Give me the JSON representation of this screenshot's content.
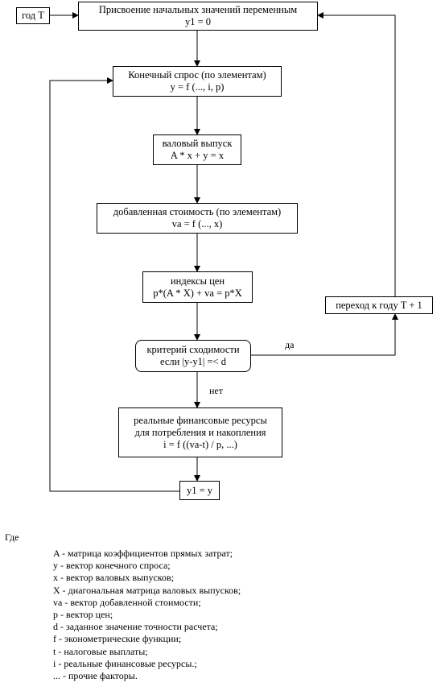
{
  "diagram": {
    "nodes": {
      "year_t": "год T",
      "init": [
        "Присвоение начальных значений переменным",
        "y1 = 0"
      ],
      "final_demand": [
        "Конечный спрос (по элементам)",
        "y = f (..., i, p)"
      ],
      "gross_output": [
        "валовый выпуск",
        "A * x + y = x"
      ],
      "value_added": [
        "добавленная стоимость (по элементам)",
        "va = f (..., x)"
      ],
      "price_index": [
        "индексы цен",
        "p*(A * X) + va = p*X"
      ],
      "convergence": [
        "критерий сходимости",
        "если |y-y1| =< d"
      ],
      "resources": [
        "реальные финансовые ресурсы",
        "для потребления и накопления",
        "i = f ((va-t) / p, ...)"
      ],
      "assign": "y1 =  y",
      "next_year": "переход к году T + 1"
    },
    "edge_labels": {
      "yes": "да",
      "no": "нет"
    }
  },
  "legend": {
    "title": "Где",
    "items": [
      "A - матрица коэффициентов прямых затрат;",
      "y - вектор конечного спроса;",
      "x - вектор валовых выпусков;",
      "X - диагональная матрица валовых выпусков;",
      "va - вектор добавленной стоимости;",
      "p - вектор цен;",
      "d - заданное значение точности расчета;",
      "f - эконометрические функции;",
      "t - налоговые выплаты;",
      "i - реальные финансовые ресурсы.;",
      "... - прочие факторы."
    ]
  }
}
